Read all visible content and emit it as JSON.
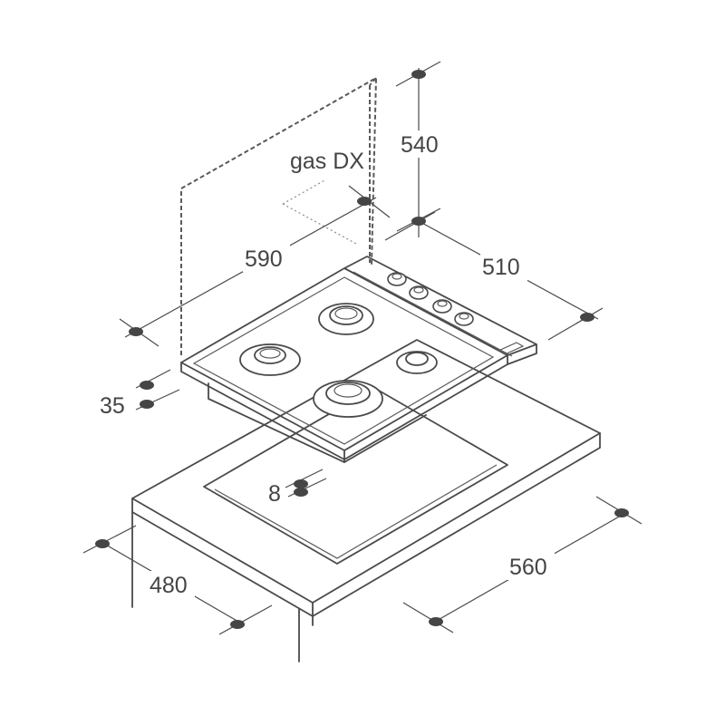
{
  "labels": {
    "gas": "gas DX",
    "height_540": "540",
    "width_590": "590",
    "depth_510": "510",
    "thickness_35": "35",
    "gap_8": "8",
    "cutout_480": "480",
    "cutout_560": "560"
  },
  "colors": {
    "line": "#4a4a4a",
    "marker": "#454545",
    "background": "#ffffff"
  }
}
